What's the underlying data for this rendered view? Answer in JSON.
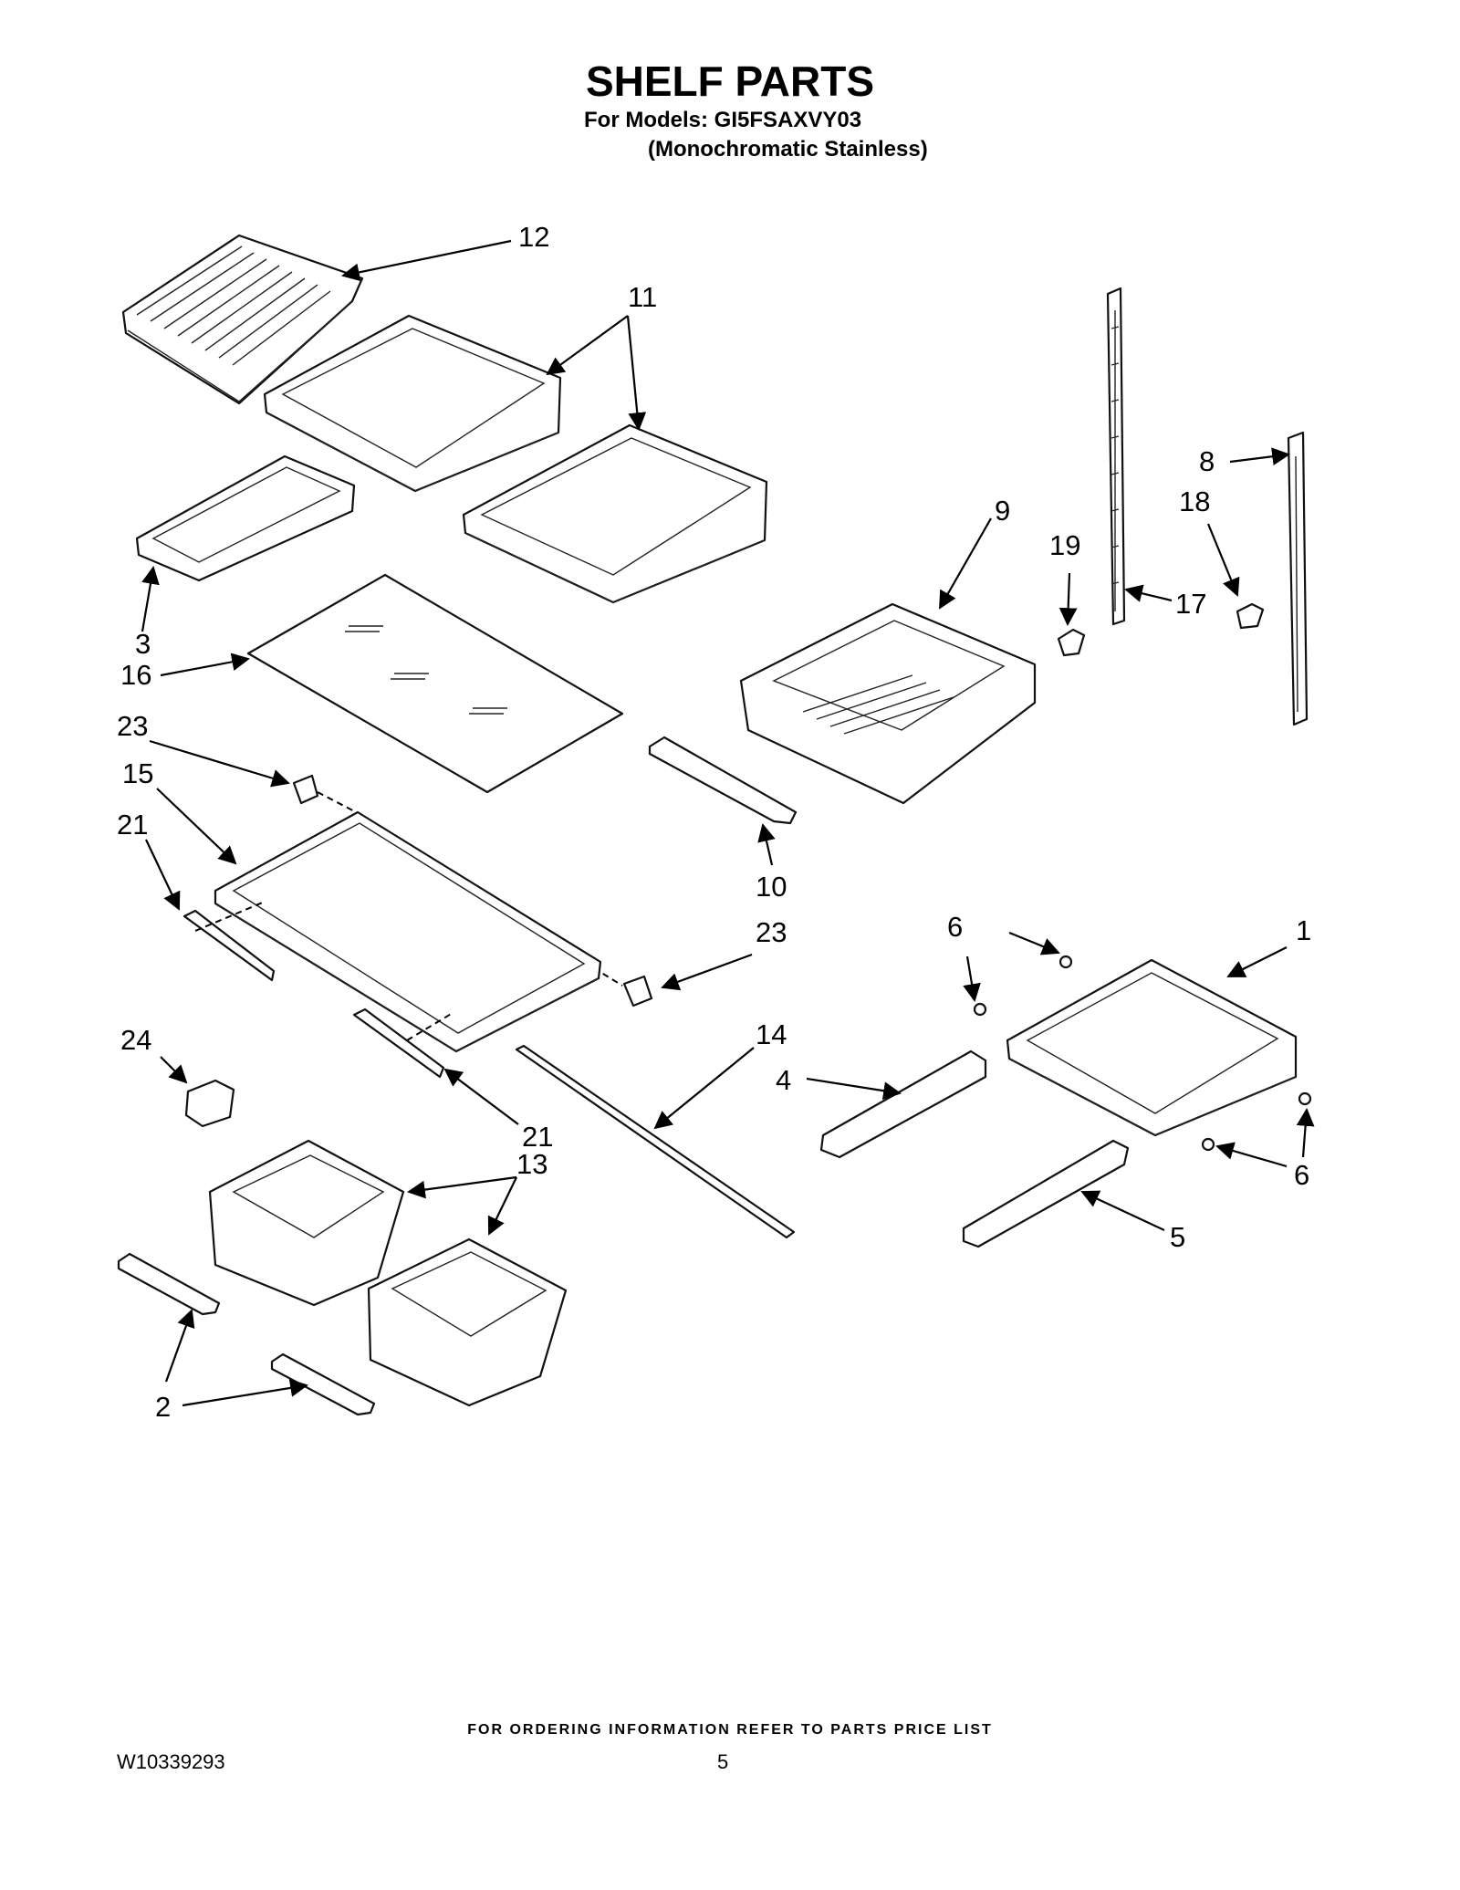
{
  "header": {
    "title": "SHELF PARTS",
    "models": "For Models: GI5FSAXVY03",
    "variant": "(Monochromatic Stainless)"
  },
  "callouts": {
    "c1": "1",
    "c2": "2",
    "c3": "3",
    "c4": "4",
    "c5": "5",
    "c6a": "6",
    "c6b": "6",
    "c8": "8",
    "c9": "9",
    "c10": "10",
    "c11": "11",
    "c12": "12",
    "c13": "13",
    "c14": "14",
    "c15": "15",
    "c16": "16",
    "c17": "17",
    "c18": "18",
    "c19": "19",
    "c21a": "21",
    "c21b": "21",
    "c23a": "23",
    "c23b": "23",
    "c24": "24"
  },
  "footer": {
    "ordering_note": "FOR ORDERING INFORMATION REFER TO PARTS PRICE LIST",
    "doc_number": "W10339293",
    "page_number": "5"
  }
}
